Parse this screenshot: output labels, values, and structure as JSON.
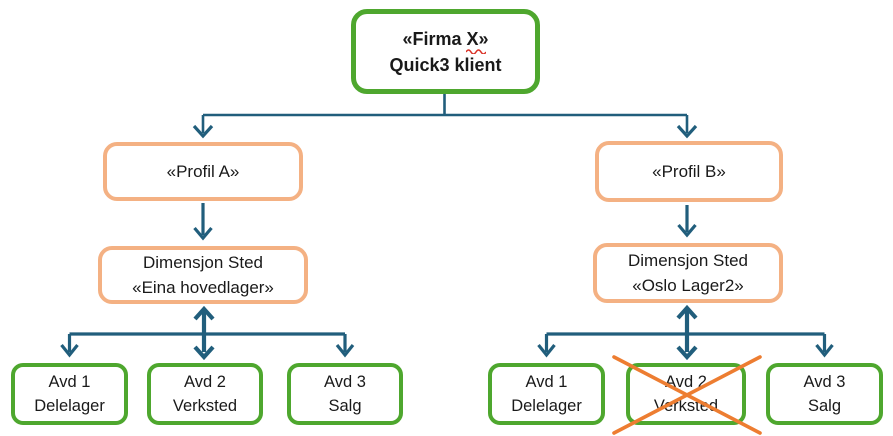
{
  "diagram": {
    "root": {
      "line1": "«Firma X»",
      "line2": "Quick3 klient",
      "spellcheck_underline_under": "X»"
    },
    "left_branch": {
      "profile_label": "«Profil A»",
      "dimension_line1": "Dimensjon Sted",
      "dimension_line2": "«Eina hovedlager»",
      "departments": [
        {
          "line1": "Avd 1",
          "line2": "Delelager",
          "crossed_out": false
        },
        {
          "line1": "Avd 2",
          "line2": "Verksted",
          "crossed_out": false
        },
        {
          "line1": "Avd 3",
          "line2": "Salg",
          "crossed_out": false
        }
      ]
    },
    "right_branch": {
      "profile_label": "«Profil B»",
      "dimension_line1": "Dimensjon Sted",
      "dimension_line2": "«Oslo Lager2»",
      "departments": [
        {
          "line1": "Avd 1",
          "line2": "Delelager",
          "crossed_out": false
        },
        {
          "line1": "Avd 2",
          "line2": "Verksted",
          "crossed_out": true
        },
        {
          "line1": "Avd 3",
          "line2": "Salg",
          "crossed_out": false
        }
      ]
    },
    "colors": {
      "green_border": "#4EA72E",
      "orange_border": "#F4B183",
      "arrow": "#215E7C",
      "cross": "#ED7D31",
      "spellcheck_red": "#D93025",
      "text": "#1A1A1A",
      "background": "#FFFFFF"
    }
  }
}
